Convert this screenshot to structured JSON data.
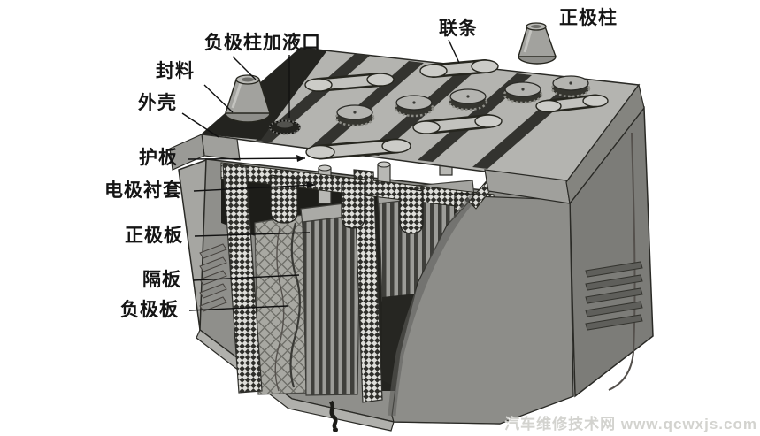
{
  "figure": {
    "type": "technical-cutaway-diagram",
    "labels": {
      "negative_post": "负极柱",
      "filler_port": "加液口",
      "connector_strap": "联条",
      "positive_post": "正极柱",
      "sealing_compound": "封料",
      "case_shell": "外壳",
      "guard_plate": "护板",
      "electrode_bushing": "电极衬套",
      "positive_plate": "正极板",
      "separator": "隔板",
      "negative_plate": "负极板"
    },
    "watermark": "汽车维修技术网 www.qcwxjs.com",
    "colors": {
      "background": "#ffffff",
      "label_ink": "#151515",
      "watermark_gray": "#d3d3cf",
      "case_light": "#b4b4b0",
      "case_mid": "#8f8f8b",
      "case_dark": "#7c7c78",
      "interior_dark": "#1d1d19"
    }
  }
}
